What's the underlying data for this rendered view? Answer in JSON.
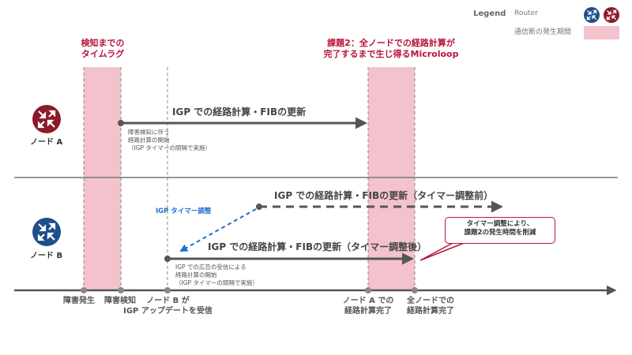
{
  "legend": {
    "title": "Legend",
    "router_label": "Router",
    "outage_label": "通信断の発生期間",
    "colors": {
      "router_blue": "#1f4e8c",
      "router_red": "#8b1a2b",
      "outage": "#f4c2cc"
    }
  },
  "annotations": {
    "detection_lag_1": "検知までの",
    "detection_lag_2": "タイムラグ",
    "issue2_1": "課題2：全ノードでの経路計算が",
    "issue2_2": "完了するまで生じ得るMicroloop"
  },
  "node_a": {
    "label": "ノード A",
    "arrow_label": "IGP での経路計算・FIBの更新",
    "note_1": "障害検知に伴う",
    "note_2": "経路計算の開始",
    "note_3": "（IGP タイマーの間隔で実施）"
  },
  "node_b": {
    "label": "ノード B",
    "before_label": "IGP での経路計算・FIBの更新（タイマー調整前）",
    "after_label": "IGP での経路計算・FIBの更新（タイマー調整後）",
    "timer_adjust_label": "IGP タイマー調整",
    "note_1": "IGP での広告の受信による",
    "note_2": "経路計算の開始",
    "note_3": "（IGP タイマーの間隔で実施）",
    "callout_1": "タイマー調整により、",
    "callout_2": "課題2の発生時間を削減"
  },
  "timeline": {
    "fault": "障害発生",
    "detect": "障害検知",
    "b_receive_1": "ノード B が",
    "b_receive_2": "IGP アップデートを受信",
    "a_done_1": "ノード A での",
    "a_done_2": "経路計算完了",
    "all_done_1": "全ノードでの",
    "all_done_2": "経路計算完了"
  }
}
